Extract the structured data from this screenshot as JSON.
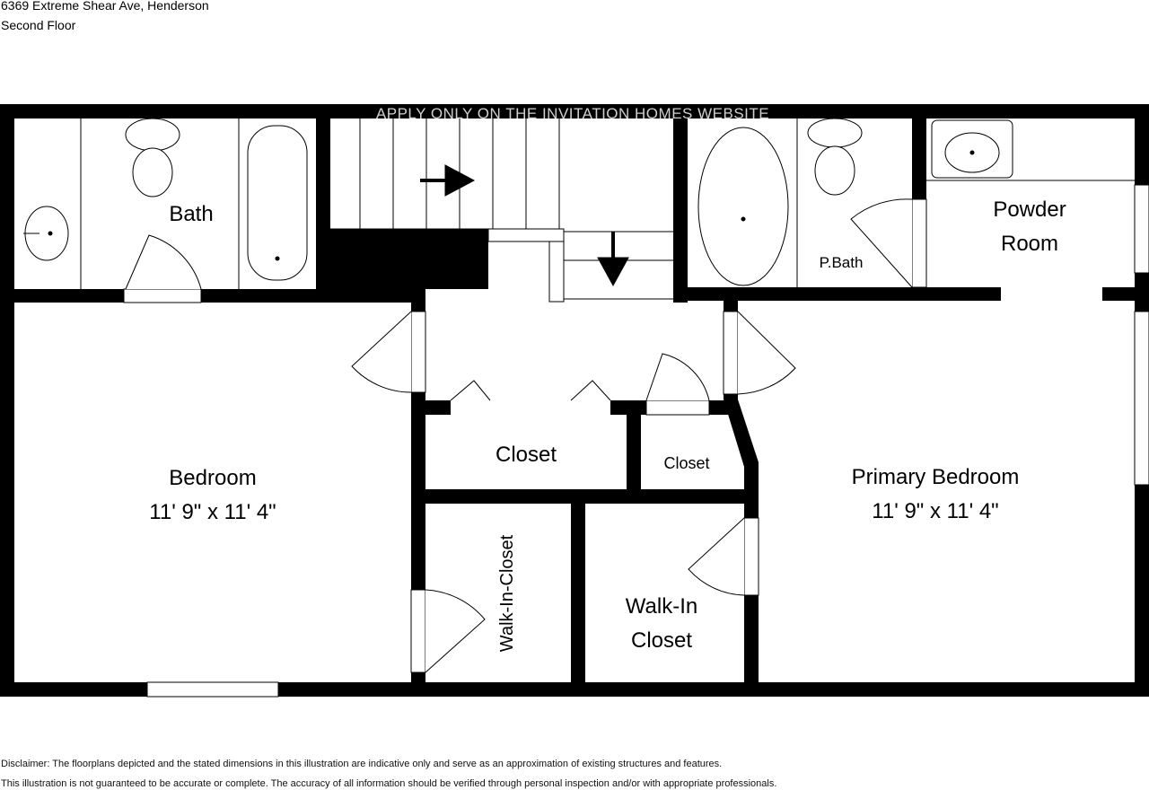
{
  "header": {
    "address": "6369 Extreme Shear Ave, Henderson",
    "floor": "Second Floor"
  },
  "watermark": "APPLY ONLY ON THE INVITATION HOMES WEBSITE",
  "rooms": {
    "bath": "Bath",
    "powder_line1": "Powder",
    "powder_line2": "Room",
    "pbath": "P.Bath",
    "bedroom": "Bedroom",
    "bedroom_dims": "11' 9\" x 11' 4\"",
    "closet": "Closet",
    "closet_small": "Closet",
    "walkin_vertical": "Walk-In-Closet",
    "walkin_line1": "Walk-In",
    "walkin_line2": "Closet",
    "primary": "Primary Bedroom",
    "primary_dims": "11' 9\" x 11' 4\""
  },
  "disclaimer": {
    "line1": "Disclaimer: The floorplans depicted and the stated dimensions in this illustration are indicative only and serve as an approximation of existing structures and features.",
    "line2": "This illustration is not guaranteed to be accurate or complete. The accuracy of all information should be verified through personal inspection and/or with appropriate professionals."
  }
}
